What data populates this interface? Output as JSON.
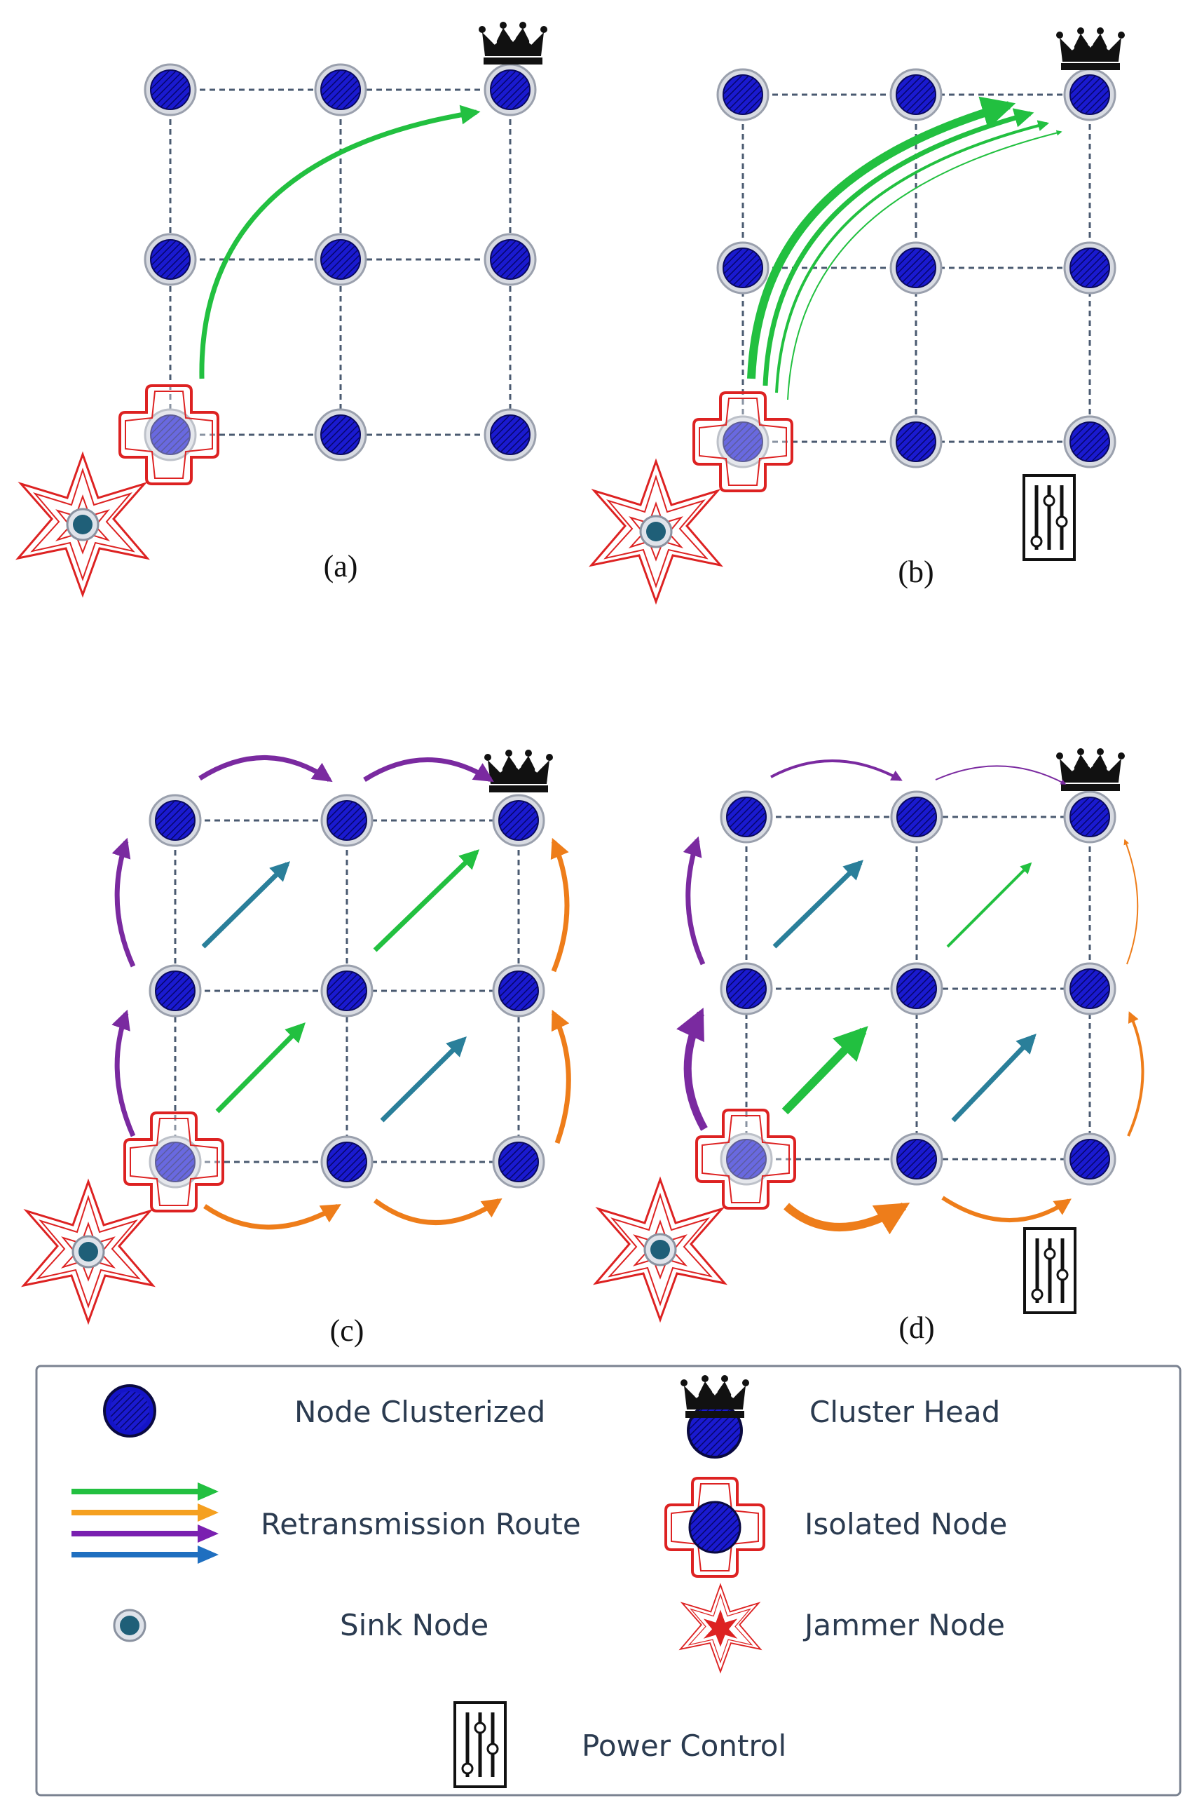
{
  "panels": [
    {
      "caption": "(a)"
    },
    {
      "caption": "(b)"
    },
    {
      "caption": "(c)"
    },
    {
      "caption": "(d)"
    }
  ],
  "legend": {
    "node_clusterized": "Node Clusterized",
    "cluster_head": "Cluster Head",
    "retransmission_route": "Retransmission Route",
    "isolated_node": "Isolated Node",
    "sink_node": "Sink Node",
    "jammer_node": "Jammer Node",
    "power_control": "Power Control"
  },
  "colors": {
    "node_fill": "#1414c8",
    "node_ring": "#b8bcc8",
    "grid_line": "#4a5a70",
    "route_green": "#22c040",
    "route_orange": "#ee7d1a",
    "route_purple": "#7a2aa0",
    "route_blue": "#2a7f9a",
    "isolated_outline": "#dd2222",
    "jammer_outline": "#dd2222",
    "sink_fill": "#1f5f78",
    "legend_border": "#7a8290"
  },
  "icons": [
    "crown-icon",
    "power-control-icon",
    "jammer-icon",
    "sink-icon",
    "isolated-node-icon"
  ]
}
